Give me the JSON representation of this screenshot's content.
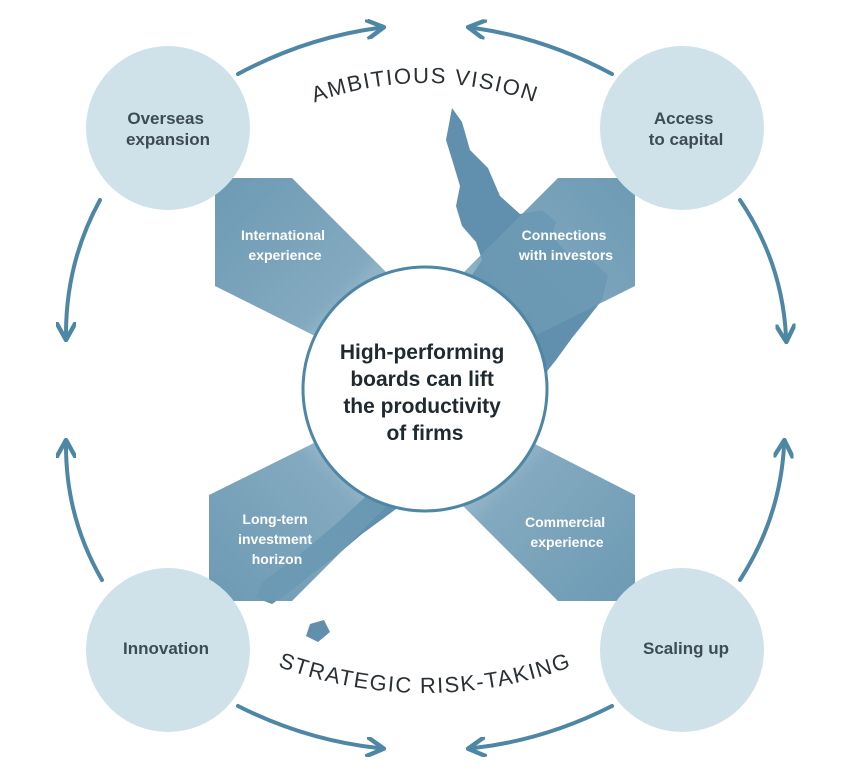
{
  "center": {
    "lines": [
      "High-performing",
      "boards can lift",
      "the productivity",
      "of firms"
    ]
  },
  "arcs": {
    "top": "AMBITIOUS VISION",
    "bottom": "STRATEGIC RISK-TAKING"
  },
  "corners": {
    "top_left": [
      "Overseas",
      "expansion"
    ],
    "top_right": [
      "Access",
      "to capital"
    ],
    "bottom_left": [
      "Innovation"
    ],
    "bottom_right": [
      "Scaling up"
    ]
  },
  "arms": {
    "top_left": [
      "International",
      "experience"
    ],
    "top_right": [
      "Connections",
      "with investors"
    ],
    "bottom_left": [
      "Long-tern",
      "investment",
      "horizon"
    ],
    "bottom_right": [
      "Commercial",
      "experience"
    ]
  },
  "colors": {
    "circle_fill": "#cfe1e9",
    "arm_fill": "#6d9ab4",
    "arrow": "#4d87a5",
    "map": "#4f84a4"
  }
}
